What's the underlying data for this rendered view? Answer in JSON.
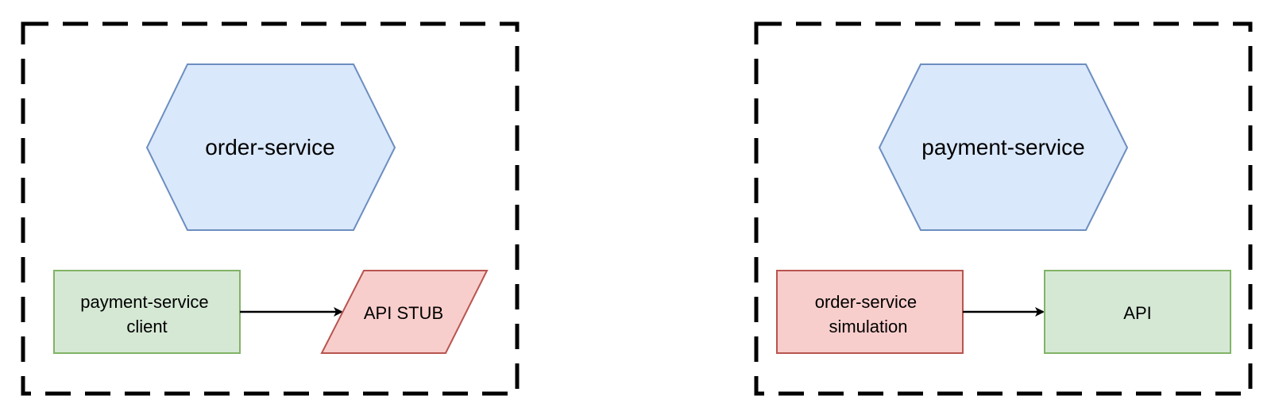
{
  "colors": {
    "service_fill": "#dae8fc",
    "service_stroke": "#6c8ebf",
    "green_fill": "#d5e8d4",
    "green_stroke": "#82b366",
    "red_fill": "#f8cecc",
    "red_stroke": "#b85450",
    "frame_stroke": "#000000",
    "arrow_stroke": "#000000"
  },
  "left_group": {
    "service": {
      "label": "order-service",
      "shape": "hexagon"
    },
    "client": {
      "label_lines": [
        "payment-service",
        "client"
      ],
      "shape": "rectangle"
    },
    "stub": {
      "label": "API STUB",
      "shape": "parallelogram"
    }
  },
  "right_group": {
    "service": {
      "label": "payment-service",
      "shape": "hexagon"
    },
    "simulation": {
      "label_lines": [
        "order-service",
        "simulation"
      ],
      "shape": "rectangle"
    },
    "api": {
      "label": "API",
      "shape": "rectangle"
    }
  }
}
